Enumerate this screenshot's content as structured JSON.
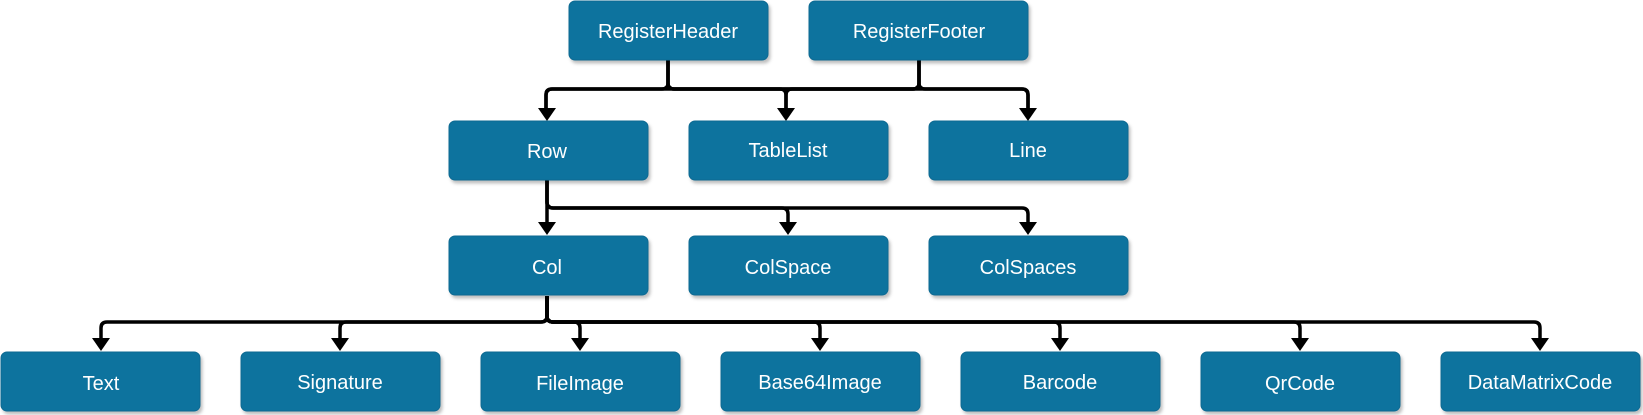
{
  "colors": {
    "node_fill": "#10739e",
    "edge": "#000000",
    "text": "#ffffff"
  },
  "nodes": {
    "register_header": "RegisterHeader",
    "register_footer": "RegisterFooter",
    "row": "Row",
    "table_list": "TableList",
    "line": "Line",
    "col": "Col",
    "col_space": "ColSpace",
    "col_spaces": "ColSpaces",
    "text": "Text",
    "signature": "Signature",
    "file_image": "FileImage",
    "base64_image": "Base64Image",
    "barcode": "Barcode",
    "qr_code": "QrCode",
    "data_matrix_code": "DataMatrixCode"
  },
  "edges": [
    {
      "from": "register_header",
      "to": "row"
    },
    {
      "from": "register_header",
      "to": "table_list"
    },
    {
      "from": "register_header",
      "to": "line"
    },
    {
      "from": "register_footer",
      "to": "row"
    },
    {
      "from": "register_footer",
      "to": "table_list"
    },
    {
      "from": "register_footer",
      "to": "line"
    },
    {
      "from": "row",
      "to": "col"
    },
    {
      "from": "row",
      "to": "col_space"
    },
    {
      "from": "row",
      "to": "col_spaces"
    },
    {
      "from": "col",
      "to": "text"
    },
    {
      "from": "col",
      "to": "signature"
    },
    {
      "from": "col",
      "to": "file_image"
    },
    {
      "from": "col",
      "to": "base64_image"
    },
    {
      "from": "col",
      "to": "barcode"
    },
    {
      "from": "col",
      "to": "qr_code"
    },
    {
      "from": "col",
      "to": "data_matrix_code"
    }
  ]
}
